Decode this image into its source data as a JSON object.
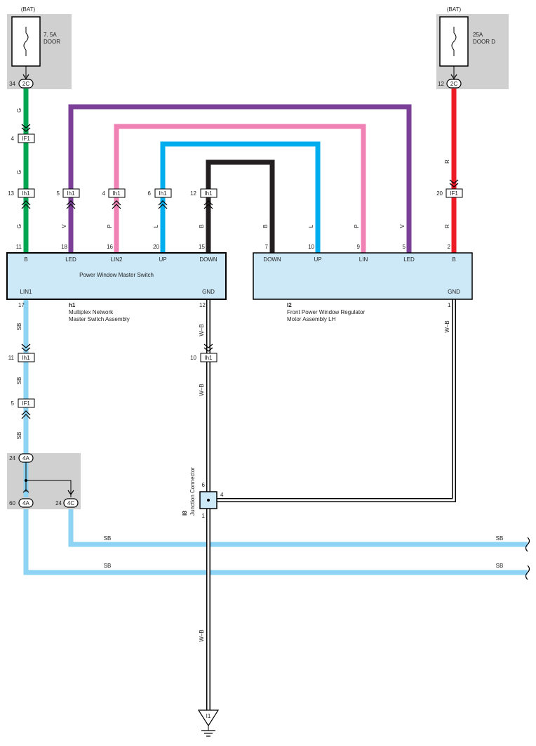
{
  "fuses": {
    "left": {
      "source": "(BAT)",
      "rating": "7. 5A",
      "name": "DOOR",
      "pin": "34",
      "connector": "2C"
    },
    "right": {
      "source": "(BAT)",
      "rating": "25A",
      "name": "DOOR D",
      "pin": "12",
      "connector": "2C"
    }
  },
  "wire_labels": {
    "g": "G",
    "v": "V",
    "p": "P",
    "l": "L",
    "b": "B",
    "r": "R",
    "sb": "SB",
    "wb": "W–B"
  },
  "connectors": {
    "if1_top": {
      "pin": "4",
      "name": "IF1"
    },
    "lh1_b": {
      "pin": "13",
      "name": "Ih1"
    },
    "lh1_led": {
      "pin": "5",
      "name": "Ih1"
    },
    "lh1_lin2": {
      "pin": "4",
      "name": "Ih1"
    },
    "lh1_up": {
      "pin": "6",
      "name": "Ih1"
    },
    "lh1_down": {
      "pin": "12",
      "name": "Ih1"
    },
    "if1_r": {
      "pin": "20",
      "name": "IF1"
    },
    "lh1_sb": {
      "pin": "11",
      "name": "Ih1"
    },
    "if1_sb": {
      "pin": "5",
      "name": "IF1"
    },
    "lh1_gnd": {
      "pin": "10",
      "name": "Ih1"
    }
  },
  "master_switch": {
    "id": "h1",
    "title": "Power Window Master Switch",
    "desc_line1": "Multiplex Network",
    "desc_line2": "Master Switch Assembly",
    "pins": [
      {
        "num": "11",
        "label": "B"
      },
      {
        "num": "18",
        "label": "LED"
      },
      {
        "num": "16",
        "label": "LIN2"
      },
      {
        "num": "20",
        "label": "UP"
      },
      {
        "num": "15",
        "label": "DOWN"
      }
    ],
    "bottom_left": {
      "num": "17",
      "label": "LIN1"
    },
    "bottom_right": {
      "num": "12",
      "label": "GND"
    }
  },
  "regulator": {
    "id": "I2",
    "desc_line1": "Front Power Window Regulator",
    "desc_line2": "Motor Assembly LH",
    "pins": [
      {
        "num": "7",
        "label": "DOWN"
      },
      {
        "num": "10",
        "label": "UP"
      },
      {
        "num": "9",
        "label": "LIN"
      },
      {
        "num": "5",
        "label": "LED"
      },
      {
        "num": "2",
        "label": "B"
      }
    ],
    "bottom_right": {
      "num": "1",
      "label": "GND"
    }
  },
  "splice": {
    "pin_in": "24",
    "conn_in": "4A",
    "pin_out1": "60",
    "conn_out1": "4A",
    "pin_out2": "24",
    "conn_out2": "4C"
  },
  "junction": {
    "id": "I8",
    "name": "Junction Connector",
    "pin_top": "6",
    "pin_right": "4",
    "pin_bottom": "1"
  },
  "ground": {
    "id": "I1"
  },
  "colors": {
    "G": "#00a651",
    "V": "#7b3f98",
    "P": "#f081b4",
    "L": "#00aeef",
    "B": "#231f20",
    "R": "#ed1c24",
    "SB": "#8dd3f4",
    "WB": "#ffffff",
    "component_fill": "#cde9f7",
    "shade": "#d0d0d0"
  }
}
